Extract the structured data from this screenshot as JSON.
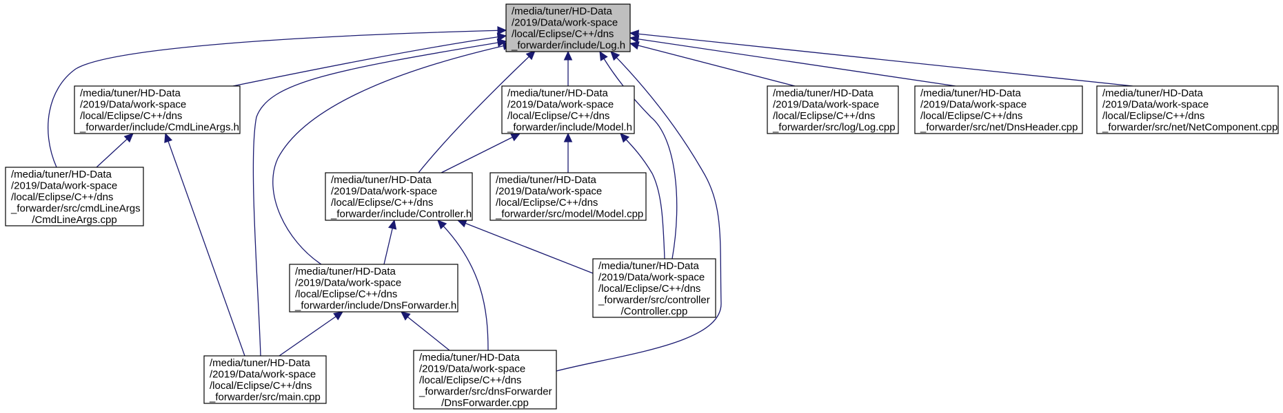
{
  "nodes": [
    {
      "id": "log_h",
      "name": "node-log-h",
      "root": true,
      "lines": [
        "/media/tuner/HD-Data",
        "/2019/Data/work-space",
        "/local/Eclipse/C++/dns",
        "_forwarder/include/Log.h"
      ]
    },
    {
      "id": "cmdlineargs_h",
      "name": "node-cmdlineargs-h",
      "lines": [
        "/media/tuner/HD-Data",
        "/2019/Data/work-space",
        "/local/Eclipse/C++/dns",
        "_forwarder/include/CmdLineArgs.h"
      ]
    },
    {
      "id": "model_h",
      "name": "node-model-h",
      "lines": [
        "/media/tuner/HD-Data",
        "/2019/Data/work-space",
        "/local/Eclipse/C++/dns",
        "_forwarder/include/Model.h"
      ]
    },
    {
      "id": "log_cpp",
      "name": "node-log-cpp",
      "lines": [
        "/media/tuner/HD-Data",
        "/2019/Data/work-space",
        "/local/Eclipse/C++/dns",
        "_forwarder/src/log/Log.cpp"
      ]
    },
    {
      "id": "dnsheader_cpp",
      "name": "node-dnsheader-cpp",
      "lines": [
        "/media/tuner/HD-Data",
        "/2019/Data/work-space",
        "/local/Eclipse/C++/dns",
        "_forwarder/src/net/DnsHeader.cpp"
      ]
    },
    {
      "id": "netcomponent_cpp",
      "name": "node-netcomponent-cpp",
      "lines": [
        "/media/tuner/HD-Data",
        "/2019/Data/work-space",
        "/local/Eclipse/C++/dns",
        "_forwarder/src/net/NetComponent.cpp"
      ]
    },
    {
      "id": "cmdlineargs_cpp",
      "name": "node-cmdlineargs-cpp",
      "lines": [
        "/media/tuner/HD-Data",
        "/2019/Data/work-space",
        "/local/Eclipse/C++/dns",
        "_forwarder/src/cmdLineArgs",
        "/CmdLineArgs.cpp"
      ]
    },
    {
      "id": "controller_h",
      "name": "node-controller-h",
      "lines": [
        "/media/tuner/HD-Data",
        "/2019/Data/work-space",
        "/local/Eclipse/C++/dns",
        "_forwarder/include/Controller.h"
      ]
    },
    {
      "id": "model_cpp",
      "name": "node-model-cpp",
      "lines": [
        "/media/tuner/HD-Data",
        "/2019/Data/work-space",
        "/local/Eclipse/C++/dns",
        "_forwarder/src/model/Model.cpp"
      ]
    },
    {
      "id": "dnsforwarder_h",
      "name": "node-dnsforwarder-h",
      "lines": [
        "/media/tuner/HD-Data",
        "/2019/Data/work-space",
        "/local/Eclipse/C++/dns",
        "_forwarder/include/DnsForwarder.h"
      ]
    },
    {
      "id": "controller_cpp",
      "name": "node-controller-cpp",
      "lines": [
        "/media/tuner/HD-Data",
        "/2019/Data/work-space",
        "/local/Eclipse/C++/dns",
        "_forwarder/src/controller",
        "/Controller.cpp"
      ]
    },
    {
      "id": "main_cpp",
      "name": "node-main-cpp",
      "lines": [
        "/media/tuner/HD-Data",
        "/2019/Data/work-space",
        "/local/Eclipse/C++/dns",
        "_forwarder/src/main.cpp"
      ]
    },
    {
      "id": "dnsforwarder_cpp",
      "name": "node-dnsforwarder-cpp",
      "lines": [
        "/media/tuner/HD-Data",
        "/2019/Data/work-space",
        "/local/Eclipse/C++/dns",
        "_forwarder/src/dnsForwarder",
        "/DnsForwarder.cpp"
      ]
    }
  ],
  "edges": [
    {
      "from": "cmdlineargs_cpp",
      "to": "log_h"
    },
    {
      "from": "cmdlineargs_h",
      "to": "log_h"
    },
    {
      "from": "main_cpp",
      "to": "log_h"
    },
    {
      "from": "dnsforwarder_h",
      "to": "log_h"
    },
    {
      "from": "controller_h",
      "to": "log_h"
    },
    {
      "from": "model_h",
      "to": "log_h"
    },
    {
      "from": "controller_cpp",
      "to": "log_h"
    },
    {
      "from": "dnsforwarder_cpp",
      "to": "log_h"
    },
    {
      "from": "log_cpp",
      "to": "log_h"
    },
    {
      "from": "dnsheader_cpp",
      "to": "log_h"
    },
    {
      "from": "netcomponent_cpp",
      "to": "log_h"
    },
    {
      "from": "cmdlineargs_cpp",
      "to": "cmdlineargs_h"
    },
    {
      "from": "main_cpp",
      "to": "cmdlineargs_h"
    },
    {
      "from": "controller_h",
      "to": "model_h"
    },
    {
      "from": "model_cpp",
      "to": "model_h"
    },
    {
      "from": "controller_cpp",
      "to": "model_h"
    },
    {
      "from": "dnsforwarder_h",
      "to": "controller_h"
    },
    {
      "from": "controller_cpp",
      "to": "controller_h"
    },
    {
      "from": "dnsforwarder_cpp",
      "to": "controller_h"
    },
    {
      "from": "main_cpp",
      "to": "dnsforwarder_h"
    },
    {
      "from": "dnsforwarder_cpp",
      "to": "dnsforwarder_h"
    }
  ],
  "colors": {
    "edge": "#191970",
    "root_fill": "#bfbfbf",
    "node_fill": "#ffffff",
    "border": "#000000"
  }
}
